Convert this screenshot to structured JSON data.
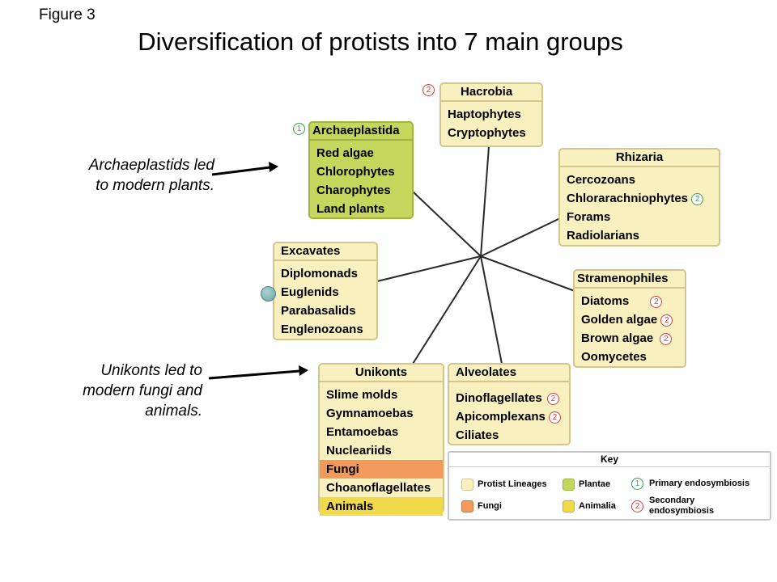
{
  "figure_label": "Figure 3",
  "title": "Diversification of protists into 7 main groups",
  "groups": {
    "hacrobia": {
      "name": "Hacrobia",
      "badge": "2",
      "items": [
        "Haptophytes",
        "Cryptophytes"
      ]
    },
    "archaeplastida": {
      "name": "Archaeplastida",
      "badge": "1",
      "items": [
        "Red algae",
        "Chlorophytes",
        "Charophytes",
        "Land plants"
      ]
    },
    "rhizaria": {
      "name": "Rhizaria",
      "items": [
        "Cercozoans",
        "Chlorarachniophytes",
        "Forams",
        "Radiolarians"
      ],
      "badge": "2"
    },
    "excavates": {
      "name": "Excavates",
      "items": [
        "Diplomonads",
        "Euglenids",
        "Parabasalids",
        "Englenozoans"
      ]
    },
    "stramenopiles": {
      "name": "Stramenophiles",
      "items": [
        "Diatoms",
        "Golden algae",
        "Brown algae",
        "Oomycetes"
      ],
      "badge": "2"
    },
    "unikonts": {
      "name": "Unikonts",
      "items": [
        "Slime molds",
        "Gymnamoebas",
        "Entamoebas",
        "Nucleariids",
        "Fungi",
        "Choanoflagellates",
        "Animals"
      ]
    },
    "alveolates": {
      "name": "Alveolates",
      "items": [
        "Dinoflagellates",
        "Apicomplexans",
        "Ciliates"
      ],
      "badge": "2"
    }
  },
  "annotations": {
    "archaeplastids_note": [
      "Archaeplastids led",
      "to modern plants."
    ],
    "unikonts_note": [
      "Unikonts led to",
      "modern fungi and",
      "animals."
    ]
  },
  "key": {
    "title": "Key",
    "protist_lineages": "Protist Lineages",
    "plantae": "Plantae",
    "fungi": "Fungi",
    "animalia": "Animalia",
    "primary_badge": "1",
    "primary": "Primary endosymbiosis",
    "secondary_badge": "2",
    "secondary_line1": "Secondary",
    "secondary_line2": "endosymbiosis"
  },
  "colors": {
    "protist_lineages": "#f9f0bf",
    "plantae": "#c4d65b",
    "fungi": "#f29a5b",
    "animalia": "#f0d94a",
    "primary_badge": "#3ba05a",
    "secondary_badge": "#d44040"
  }
}
